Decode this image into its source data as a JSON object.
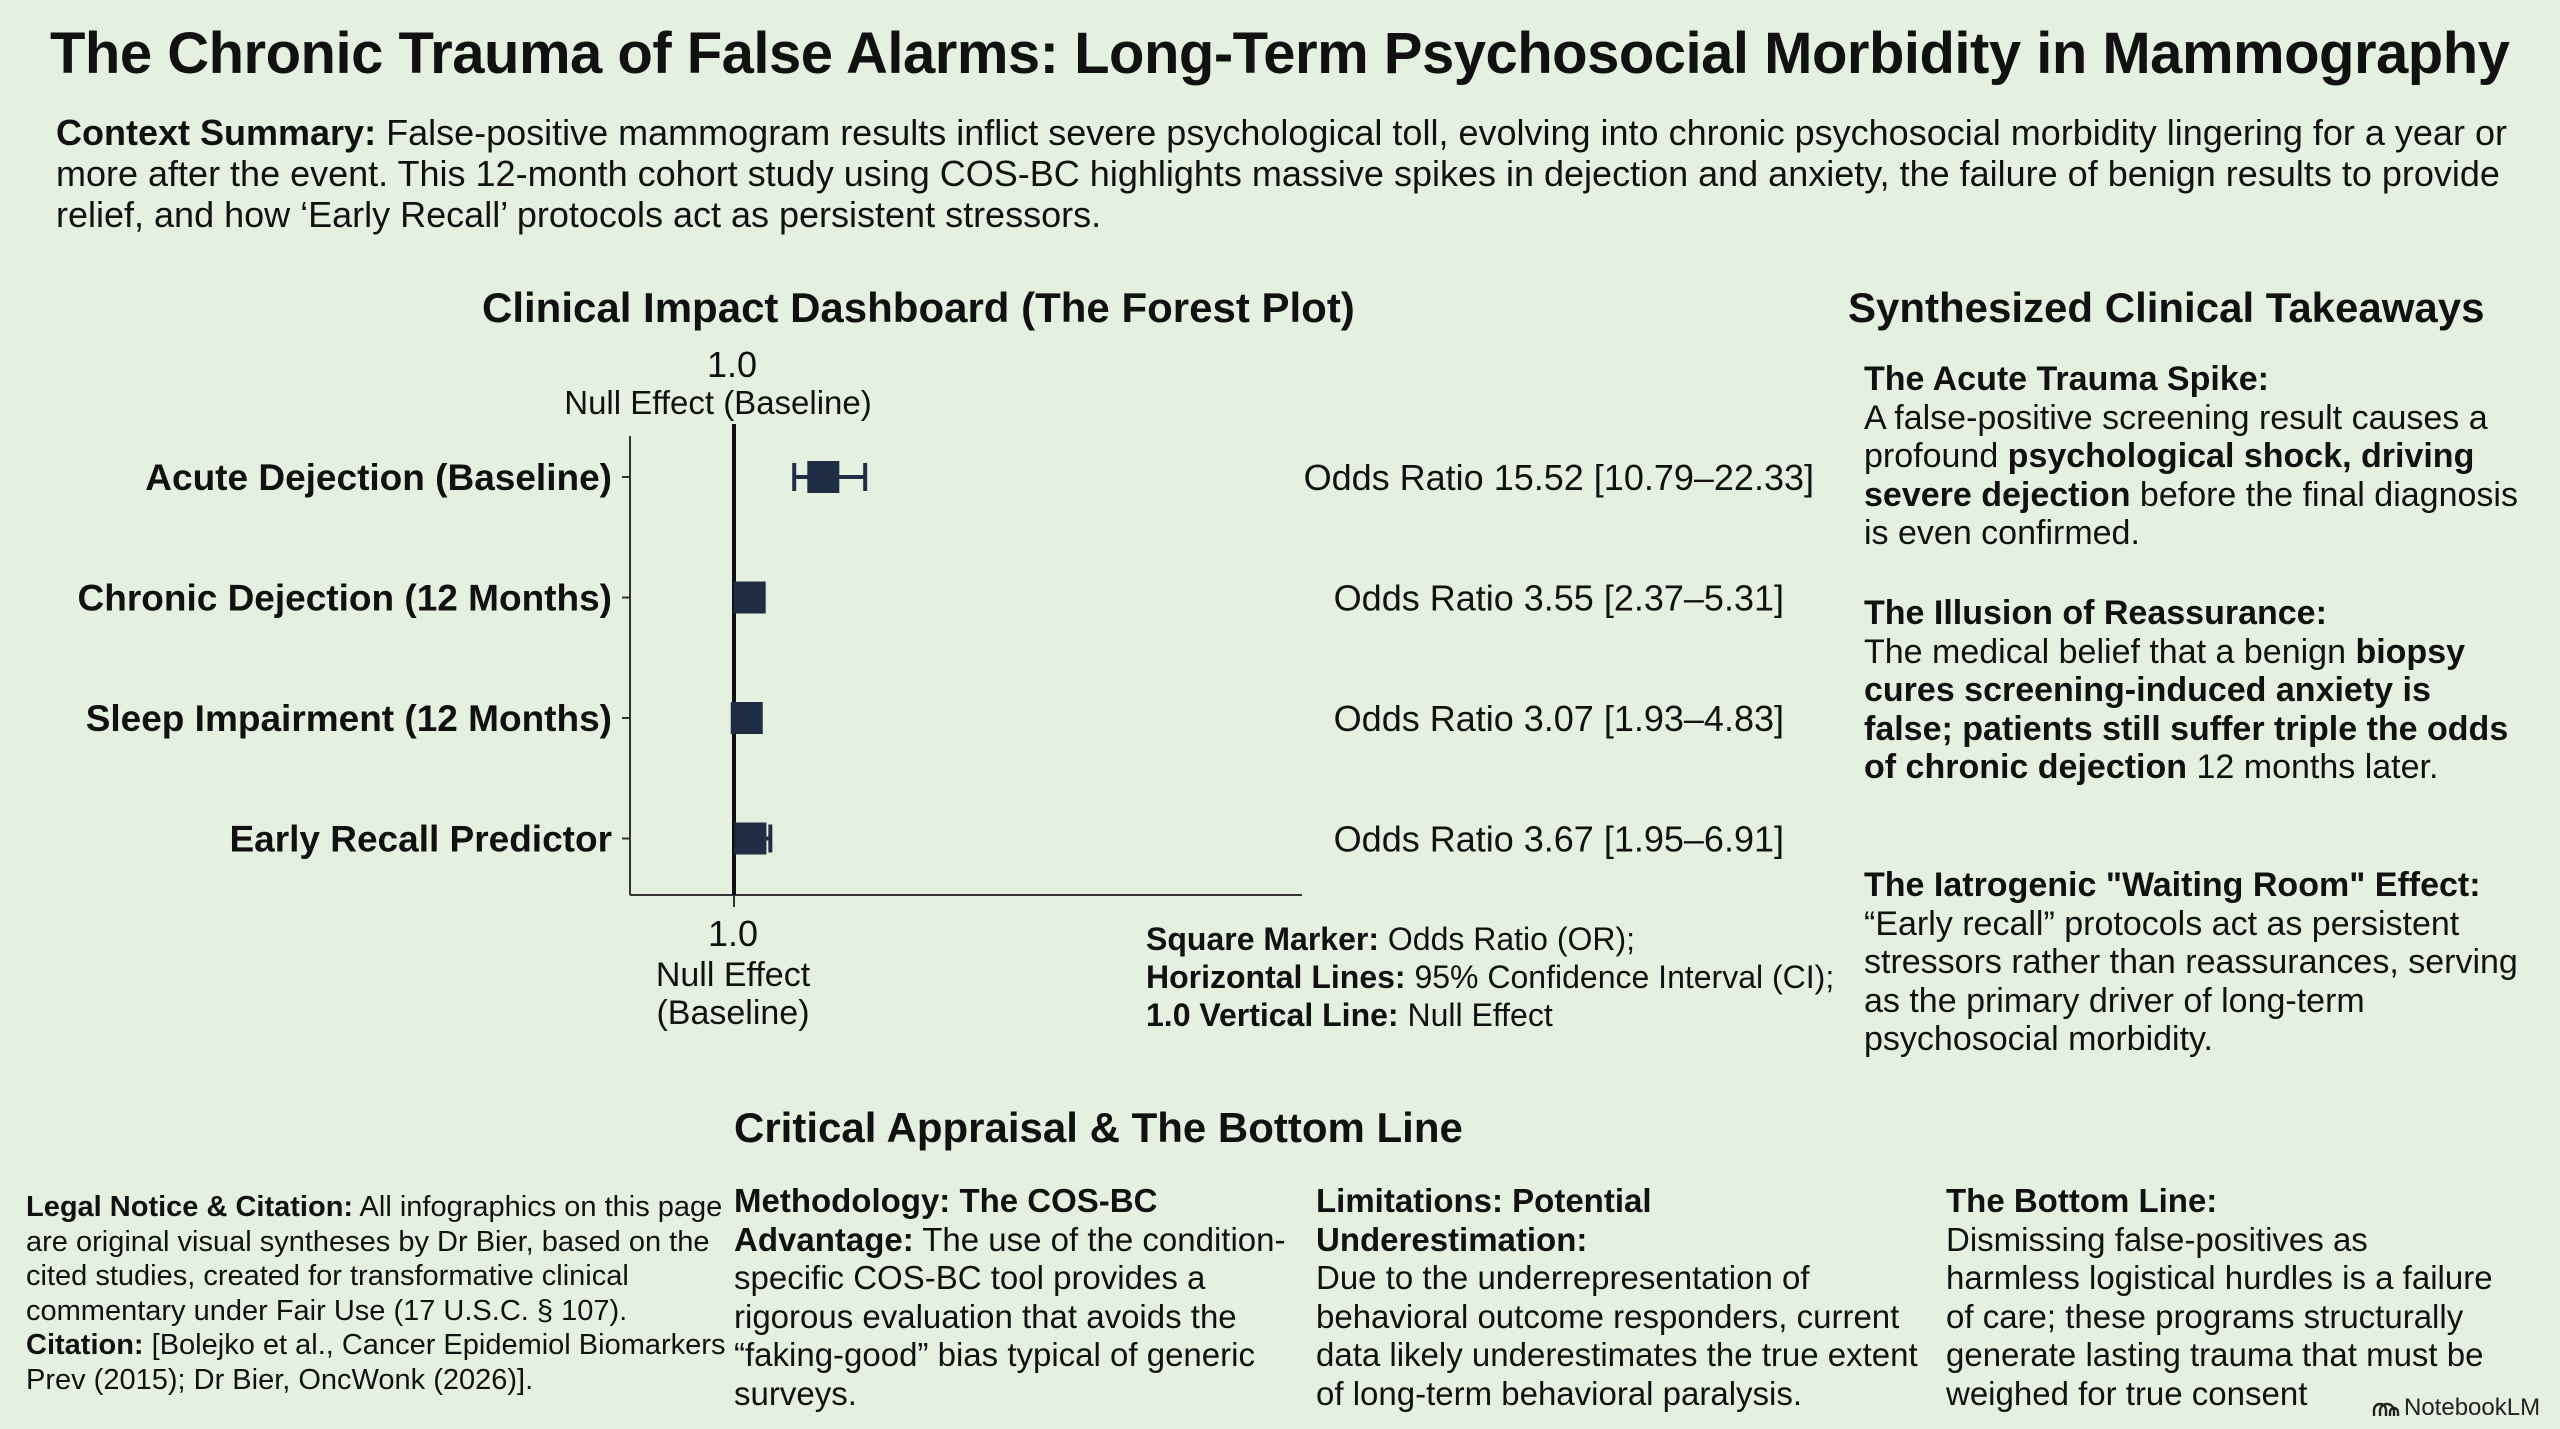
{
  "title": "The Chronic Trauma of False Alarms: Long-Term Psychosocial Morbidity in Mammography",
  "context": {
    "label": "Context Summary:",
    "text": "False-positive mammogram results inflict severe psychological toll, evolving into chronic psychosocial morbidity lingering for a year or more after the event. This 12-month cohort study using COS-BC highlights massive spikes in dejection and anxiety, the failure of benign results to provide relief, and how ‘Early Recall’ protocols act as persistent stressors."
  },
  "dashboard_title": "Clinical Impact Dashboard (The Forest Plot)",
  "chart_data": {
    "type": "forest",
    "null_value": 1.0,
    "null_tick_label": "1.0",
    "null_label": "Null Effect (Baseline)",
    "null_label_bottom_line1": "Null Effect",
    "null_label_bottom_line2": "(Baseline)",
    "rows": [
      {
        "label": "Acute Dejection (Baseline)",
        "or": 15.52,
        "ci": [
          10.79,
          22.33
        ],
        "text": "Odds Ratio 15.52 [10.79–22.33]"
      },
      {
        "label": "Chronic Dejection (12 Months)",
        "or": 3.55,
        "ci": [
          2.37,
          5.31
        ],
        "text": "Odds Ratio 3.55 [2.37–5.31]"
      },
      {
        "label": "Sleep Impairment (12 Months)",
        "or": 3.07,
        "ci": [
          1.93,
          4.83
        ],
        "text": "Odds Ratio 3.07 [1.93–4.83]"
      },
      {
        "label": "Early Recall Predictor",
        "or": 3.67,
        "ci": [
          1.95,
          6.91
        ],
        "text": "Odds Ratio 3.67 [1.95–6.91]"
      }
    ],
    "marker_color": "#1f2d45"
  },
  "legend": {
    "square_label": "Square Marker:",
    "square_text": "Odds Ratio (OR);",
    "lines_label": "Horizontal Lines:",
    "lines_text": "95% Confidence Interval (CI);",
    "vline_label": "1.0 Vertical Line:",
    "vline_text": "Null Effect"
  },
  "takeaways": {
    "title": "Synthesized Clinical Takeaways",
    "items": [
      {
        "head": "The Acute Trauma Spike:",
        "t1": "A false-positive screening result causes a profound ",
        "b1": "psychological shock, driving severe dejection",
        "t2": " before the final diagnosis is even confirmed."
      },
      {
        "head": "The Illusion of Reassurance:",
        "t1": "The medical belief that a benign ",
        "b1": "biopsy cures screening-induced anxiety is false; patients still suffer triple the odds of chronic dejection",
        "t2": " 12 months later."
      },
      {
        "head": "The Iatrogenic \"Waiting Room\" Effect:",
        "t1": "“Early recall” protocols act as persistent stressors rather than reassurances, serving as the primary driver of long-term psychosocial morbidity.",
        "b1": "",
        "t2": ""
      }
    ]
  },
  "appraisal": {
    "title": "Critical Appraisal & The Bottom Line",
    "methodology": {
      "head": "Methodology: The COS-BC Advantage:",
      "text": " The use of the condition-specific COS-BC tool provides a rigorous evaluation that avoids the “faking-good” bias typical of generic surveys."
    },
    "limitations": {
      "head": "Limitations: Potential Underestimation:",
      "text": "Due to the underrepresentation of behavioral outcome responders, current data likely underestimates the true extent of long-term behavioral paralysis."
    },
    "bottom_line": {
      "head": "The Bottom Line:",
      "text": "Dismissing false-positives as harmless logistical hurdles is a failure of care; these programs structurally generate lasting trauma that must be weighed for true consent"
    }
  },
  "legal": {
    "label": "Legal Notice & Citation:",
    "text": " All infographics on this page are original visual syntheses by Dr Bier, based on the cited studies, created for transformative clinical commentary under Fair Use (17 U.S.C. § 107).",
    "citation_label": "Citation:",
    "citation_text": " [Bolejko et al., Cancer Epidemiol Biomarkers Prev (2015); Dr Bier, OncWonk (2026)]."
  },
  "watermark": "NotebookLM"
}
